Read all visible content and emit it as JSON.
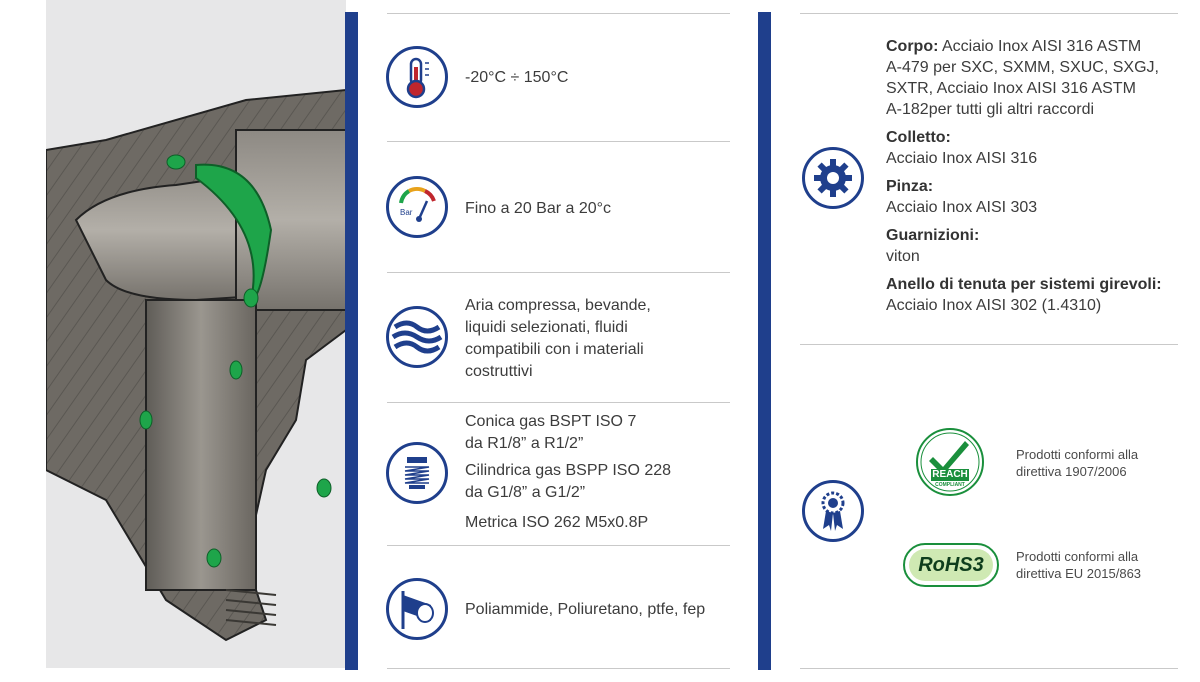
{
  "column2": {
    "temperature": {
      "icon": "thermometer-icon",
      "text": "-20°C ÷ 150°C"
    },
    "pressure": {
      "icon": "gauge-icon",
      "gauge_label": "Bar",
      "text": "Fino a 20 Bar a 20°c"
    },
    "fluids": {
      "icon": "fluid-waves-icon",
      "lines": [
        "Aria compressa, bevande,",
        "liquidi selezionati, fluidi",
        "compatibili con i materiali",
        "costruttivi"
      ]
    },
    "threads": {
      "icon": "thread-icon",
      "group1": [
        "Conica gas BSPT ISO 7",
        "da R1/8” a R1/2”"
      ],
      "group2": [
        "Cilindrica gas BSPP ISO 228",
        "da G1/8” a G1/2”"
      ],
      "group3": [
        "Metrica ISO 262 M5x0.8P"
      ]
    },
    "tube": {
      "icon": "tube-icon",
      "text": "Poliammide, Poliuretano, ptfe, fep"
    }
  },
  "column3": {
    "materials": {
      "icon": "seal-gear-icon",
      "corpo_label": "Corpo:",
      "corpo_lines": [
        "Acciaio Inox AISI 316 ASTM",
        "A-479 per SXC, SXMM, SXUC, SXGJ,",
        "SXTR, Acciaio Inox AISI 316 ASTM",
        "A-182per tutti gli altri raccordi"
      ],
      "colletto_label": "Colletto:",
      "colletto_value": "Acciaio Inox AISI 316",
      "pinza_label": "Pinza:",
      "pinza_value": "Acciaio Inox AISI 303",
      "guarnizioni_label": "Guarnizioni:",
      "guarnizioni_value": "viton",
      "anello_label": "Anello di tenuta per sistemi girevoli:",
      "anello_value": "Acciaio Inox AISI 302 (1.4310)"
    },
    "certifications": {
      "icon": "award-ribbon-icon",
      "reach_logo": "REACH",
      "reach_sub": "COMPLIANT",
      "reach_lines": [
        "Prodotti conformi alla",
        "direttiva 1907/2006"
      ],
      "rohs_logo": "RoHS3",
      "rohs_lines": [
        "Prodotti conformi alla",
        "direttiva EU 2015/863"
      ]
    }
  },
  "colors": {
    "accent": "#1f3f8c",
    "thermo_red": "#c0262d",
    "seal_green": "#1ea54a",
    "divider": "#c9c9c9"
  }
}
